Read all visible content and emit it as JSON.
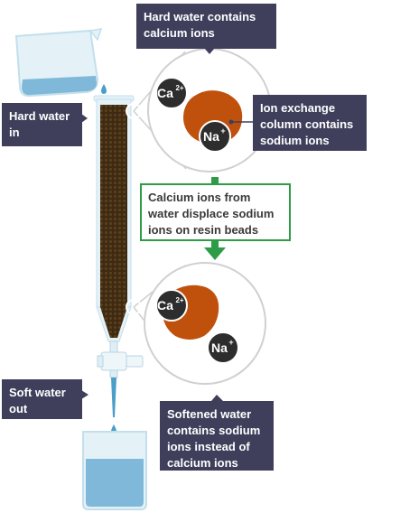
{
  "labels": {
    "top_line1": "Hard water contains",
    "top_line2": "calcium ions",
    "hard_in_line1": "Hard water",
    "hard_in_line2": "in",
    "ion_col_line1": "Ion exchange",
    "ion_col_line2": "column contains",
    "ion_col_line3": "sodium ions",
    "process_line1": "Calcium ions from",
    "process_line2": "water displace sodium",
    "process_line3": "ions on resin beads",
    "soft_out_line1": "Soft water",
    "soft_out_line2": "out",
    "softened_line1": "Softened water",
    "softened_line2": "contains sodium",
    "softened_line3": "ions instead of",
    "softened_line4": "calcium ions"
  },
  "ions": {
    "calcium": "Ca",
    "calcium_charge": "2+",
    "sodium": "Na",
    "sodium_charge": "+"
  },
  "colors": {
    "label_bg": "#3f3f5c",
    "arrow_green": "#2e9b46",
    "resin_orange": "#c0510d",
    "ion_dark": "#2d2d2d",
    "water_blue": "#7fb8d8",
    "glass": "#d8edf6"
  }
}
